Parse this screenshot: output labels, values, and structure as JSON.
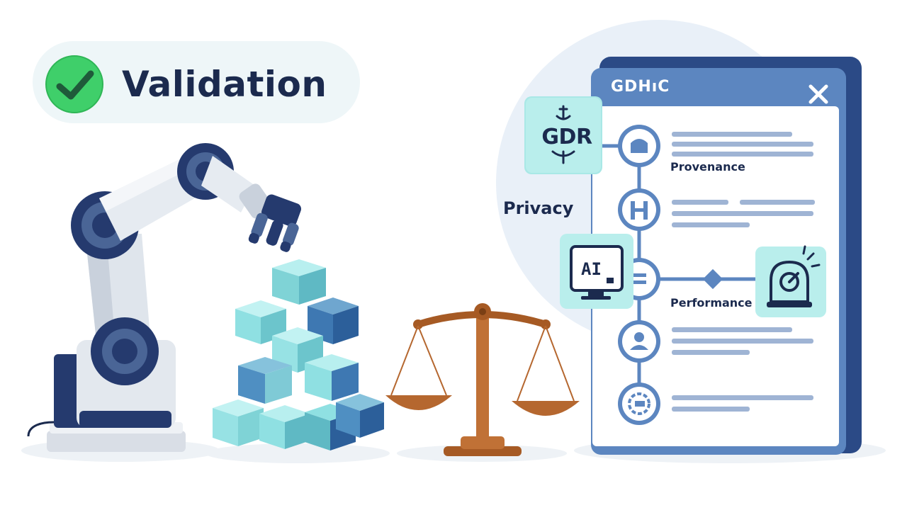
{
  "header": {
    "title": "Validation"
  },
  "window": {
    "title": "GDHıC"
  },
  "badges": {
    "gdpr": "GDR",
    "ai": "AI"
  },
  "labels": {
    "privacy": "Privacy",
    "provenance": "Provenance",
    "performance": "Performance"
  },
  "colors": {
    "navy": "#1b2a4e",
    "window_blue": "#5c86c0",
    "window_dark": "#2b4a86",
    "teal": "#8fdde0",
    "check_green": "#3fcf6a",
    "bronze": "#b5672f"
  }
}
